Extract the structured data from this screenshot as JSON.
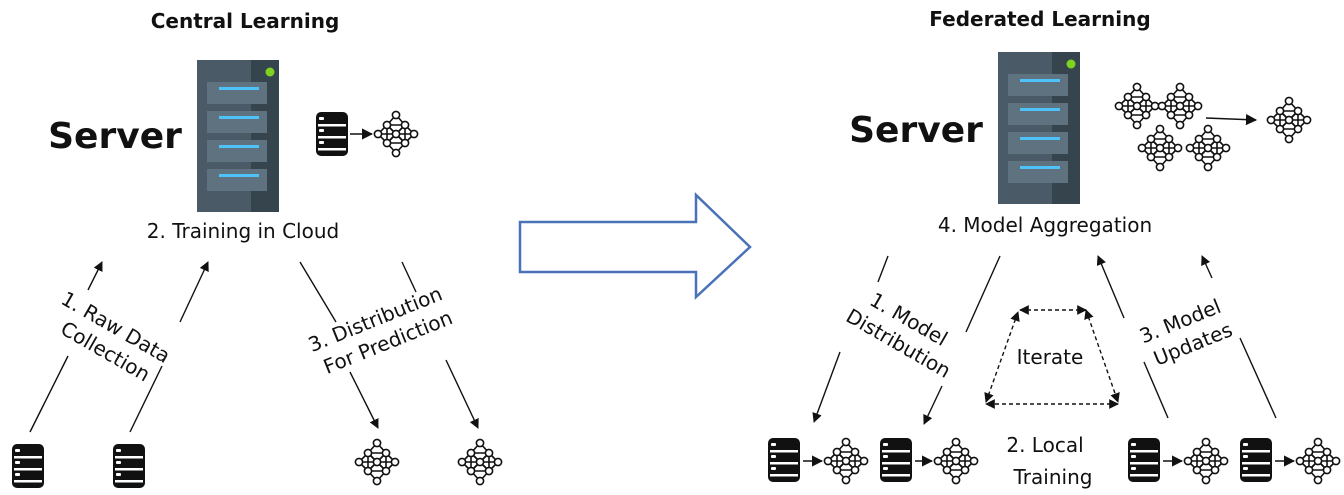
{
  "central": {
    "title": "Central Learning",
    "server_label": "Server",
    "step2": "2. Training in Cloud",
    "step1_line1": "1. Raw Data",
    "step1_line2": "Collection",
    "step3_line1": "3. Distribution",
    "step3_line2": "For Prediction"
  },
  "federated": {
    "title": "Federated Learning",
    "server_label": "Server",
    "step4": "4. Model Aggregation",
    "step1_line1": "1. Model",
    "step1_line2": "Distribution",
    "iterate": "Iterate",
    "step2_line1": "2. Local",
    "step2_line2": "Training",
    "step3_line1": "3. Model",
    "step3_line2": "Updates"
  },
  "colors": {
    "server_body": "#4a5a66",
    "server_side": "#36444e",
    "drive_bay": "#5e7280",
    "drive_light": "#4fc3f7",
    "power_led": "#7ed321",
    "transition_arrow": "#4a72b8"
  },
  "icons": {
    "server": "server-rack-icon",
    "database": "database-icon",
    "network": "neural-network-icon",
    "transition": "big-right-arrow-icon"
  }
}
